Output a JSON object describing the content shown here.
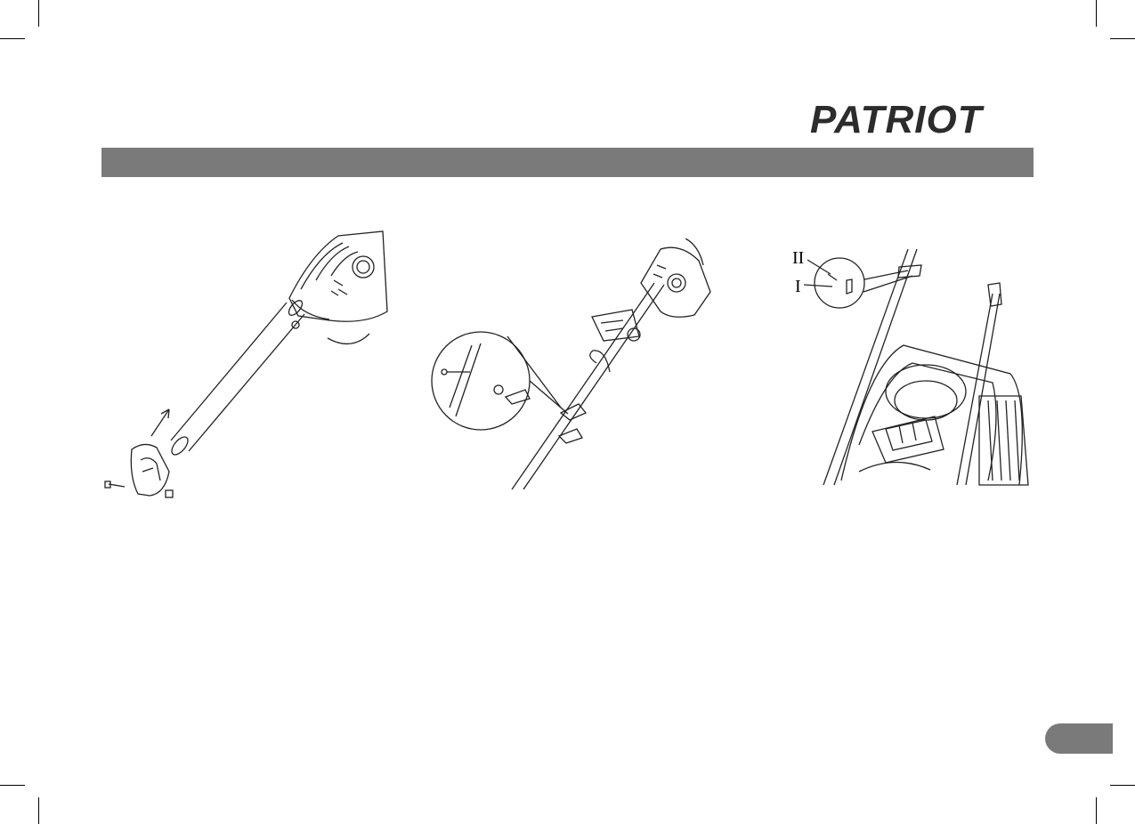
{
  "header": {
    "brand": "PATRIOT"
  },
  "figures": {
    "fig3": {
      "label_2": "II",
      "label_1": "I"
    }
  }
}
